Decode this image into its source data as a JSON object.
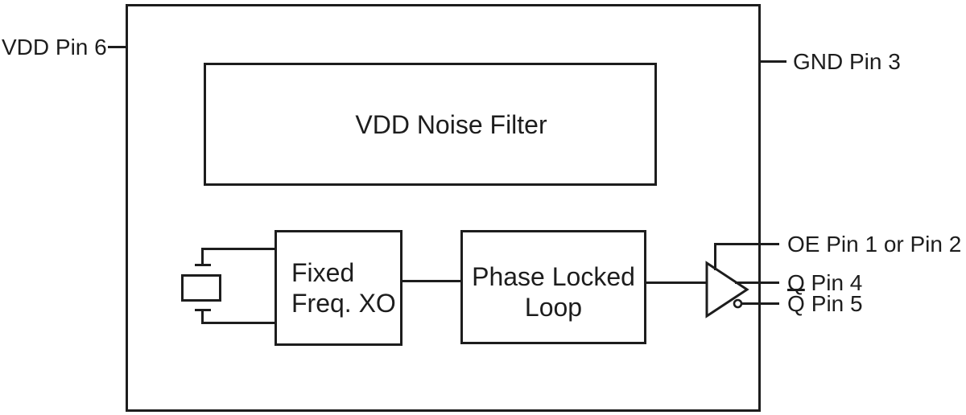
{
  "figure": {
    "kind": "functional-block-diagram"
  },
  "pins": {
    "vdd": "VDD Pin 6",
    "gnd": "GND Pin 3",
    "oe": "OE Pin 1 or Pin 2",
    "q": "Q Pin 4",
    "qbar_letter": "Q",
    "qbar_rest": "Pin 5"
  },
  "blocks": {
    "noise_filter": "VDD Noise Filter",
    "xo_line1": "Fixed",
    "xo_line2": "Freq. XO",
    "pll_line1": "Phase Locked",
    "pll_line2": "Loop"
  },
  "icons": {
    "crystal": "crystal-resonator",
    "buffer": "output-buffer-with-inverting-complement"
  },
  "colors": {
    "line": "#1d1d1d",
    "text": "#1d1d1d",
    "background": "#ffffff"
  }
}
